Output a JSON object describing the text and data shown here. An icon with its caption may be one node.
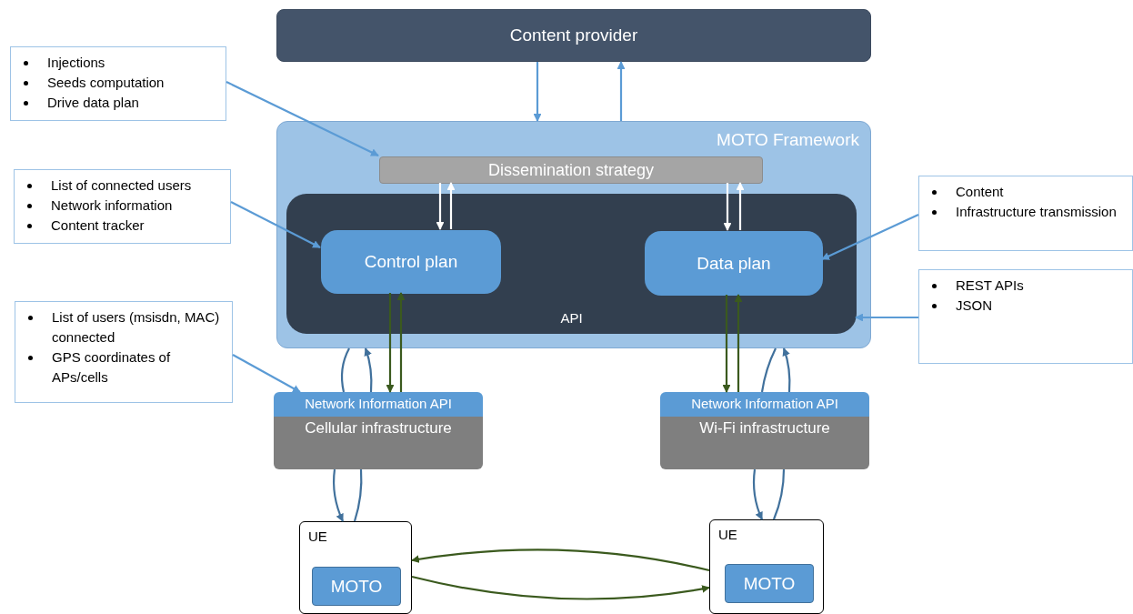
{
  "diagram": {
    "nodes": [
      {
        "text": [
          "Content provider"
        ]
      },
      {
        "text": [
          "MOTO Framework"
        ]
      },
      {
        "text": [
          "Dissemination strategy"
        ],
        "in": 1
      },
      {
        "text": [
          "API"
        ],
        "in": 1
      },
      {
        "text": [
          "Control plan"
        ],
        "in": 3
      },
      {
        "text": [
          "Data plan"
        ],
        "in": 3
      },
      {
        "text": [
          "Injections",
          "Seeds computation",
          "Drive data plan"
        ]
      },
      {
        "text": [
          "List of connected users",
          "Network information",
          "Content tracker"
        ]
      },
      {
        "text": [
          "List of users (msisdn, MAC) connected",
          "GPS coordinates of APs/cells"
        ]
      },
      {
        "text": [
          "Content",
          "Infrastructure transmission"
        ]
      },
      {
        "text": [
          "REST APIs",
          "JSON"
        ]
      },
      {
        "text": [
          "Network Information API"
        ]
      },
      {
        "text": [
          "Cellular infrastructure"
        ]
      },
      {
        "text": [
          "Network Information API"
        ]
      },
      {
        "text": [
          "Wi-Fi infrastructure"
        ]
      },
      {
        "text": [
          "UE"
        ]
      },
      {
        "text": [
          "MOTO"
        ],
        "in": 15
      },
      {
        "text": [
          "UE"
        ]
      },
      {
        "text": [
          "MOTO"
        ],
        "in": 17
      }
    ],
    "edges": [
      {
        "from": 0,
        "to": 1,
        "arrow": "to",
        "color": "#5b9bd5"
      },
      {
        "from": 1,
        "to": 0,
        "arrow": "to",
        "color": "#5b9bd5"
      },
      {
        "from": 6,
        "to": 2,
        "arrow": "to",
        "color": "#5b9bd5"
      },
      {
        "from": 7,
        "to": 4,
        "arrow": "to",
        "color": "#5b9bd5"
      },
      {
        "from": 9,
        "to": 5,
        "arrow": "to",
        "color": "#5b9bd5"
      },
      {
        "from": 10,
        "to": 3,
        "arrow": "to",
        "color": "#5b9bd5"
      },
      {
        "from": 8,
        "to": 11,
        "arrow": "to",
        "color": "#5b9bd5"
      },
      {
        "from": 2,
        "to": 4,
        "arrow": "to",
        "color": "#ffffff"
      },
      {
        "from": 4,
        "to": 2,
        "arrow": "to",
        "color": "#ffffff"
      },
      {
        "from": 2,
        "to": 5,
        "arrow": "to",
        "color": "#ffffff"
      },
      {
        "from": 5,
        "to": 2,
        "arrow": "to",
        "color": "#ffffff"
      },
      {
        "from": 4,
        "to": 11,
        "arrow": "to",
        "color": "#3b5a1e"
      },
      {
        "from": 11,
        "to": 4,
        "arrow": "to",
        "color": "#3b5a1e"
      },
      {
        "from": 5,
        "to": 13,
        "arrow": "to",
        "color": "#3b5a1e"
      },
      {
        "from": 13,
        "to": 5,
        "arrow": "to",
        "color": "#3b5a1e"
      },
      {
        "from": 1,
        "to": 11,
        "arrow": "none"
      },
      {
        "from": 11,
        "to": 1,
        "arrow": "to"
      },
      {
        "from": 1,
        "to": 13,
        "arrow": "none"
      },
      {
        "from": 13,
        "to": 1,
        "arrow": "to"
      },
      {
        "from": 12,
        "to": 15,
        "arrow": "to"
      },
      {
        "from": 15,
        "to": 12,
        "arrow": "none"
      },
      {
        "from": 14,
        "to": 17,
        "arrow": "to"
      },
      {
        "from": 17,
        "to": 14,
        "arrow": "none"
      },
      {
        "from": 17,
        "to": 15,
        "arrow": "to",
        "color": "#3b5a1e"
      },
      {
        "from": 15,
        "to": 17,
        "arrow": "to",
        "color": "#3b5a1e"
      }
    ]
  }
}
